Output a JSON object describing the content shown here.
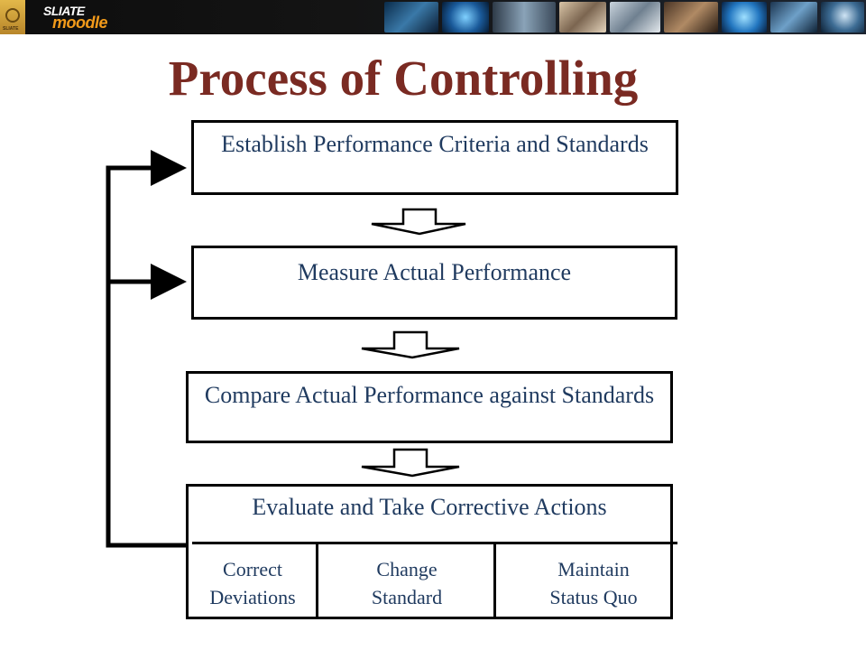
{
  "banner": {
    "logo_line1": "SLIATE",
    "logo_line2": "moodle",
    "seal_caption": "SLIATE"
  },
  "title": "Process of Controlling",
  "steps": [
    {
      "label": "Establish Performance Criteria and Standards"
    },
    {
      "label": "Measure Actual Performance"
    },
    {
      "label": "Compare Actual Performance against Standards"
    },
    {
      "label": "Evaluate and Take Corrective Actions"
    }
  ],
  "actions": [
    {
      "line1": "Correct",
      "line2": "Deviations"
    },
    {
      "line1": "Change",
      "line2": "Standard"
    },
    {
      "line1": "Maintain",
      "line2": "Status Quo"
    }
  ],
  "colors": {
    "title": "#7a2a22",
    "box_text": "#1f3a5f",
    "lines": "#000000",
    "banner_accent": "#f29a1a"
  }
}
